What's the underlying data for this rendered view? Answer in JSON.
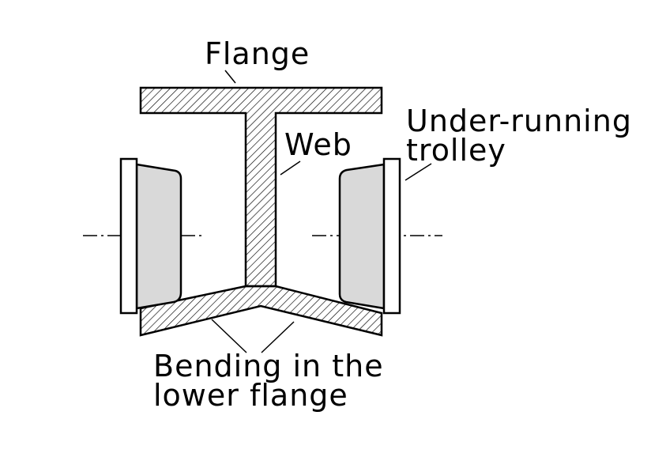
{
  "labels": {
    "flange": "Flange",
    "web": "Web",
    "trolley_line1": "Under-running",
    "trolley_line2": "trolley",
    "bending_line1": "Bending in the",
    "bending_line2": "lower flange"
  },
  "colors": {
    "stroke": "#000000",
    "hatch": "#000000",
    "wheel_fill": "#d9d9d9",
    "background": "#ffffff"
  }
}
